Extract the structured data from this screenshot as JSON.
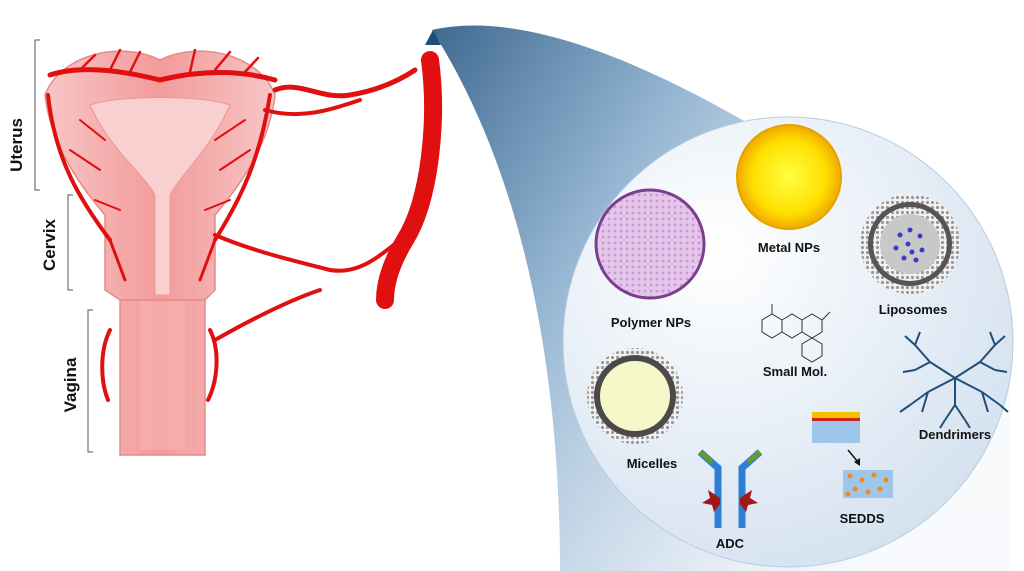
{
  "regions": {
    "uterus": "Uterus",
    "cervix": "Cervix",
    "vagina": "Vagina"
  },
  "nanocarriers": {
    "polymer": "Polymer NPs",
    "metal": "Metal NPs",
    "liposomes": "Liposomes",
    "small_mol": "Small Mol.",
    "micelles": "Micelles",
    "dendrimers": "Dendrimers",
    "adc": "ADC",
    "sedds": "SEDDS"
  },
  "colors": {
    "vessel": "#e01010",
    "tissue": "#f6b3b3",
    "arrow": "#1f4e79",
    "bubble": "#dde8f3"
  }
}
